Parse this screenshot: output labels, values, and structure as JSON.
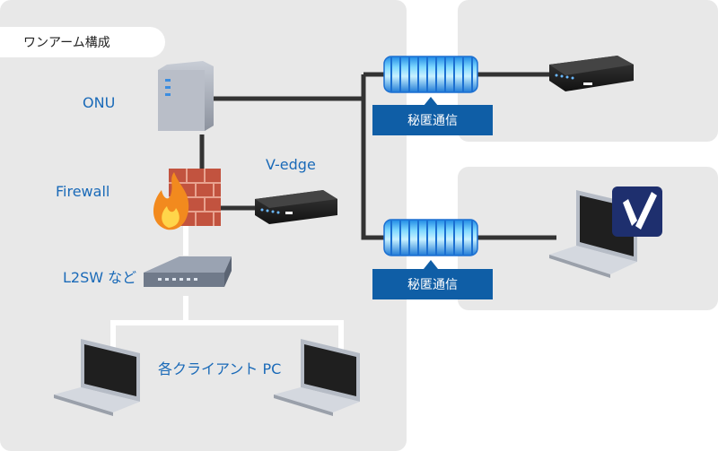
{
  "diagram": {
    "section_tag": "ワンアーム構成",
    "labels": {
      "onu": "ONU",
      "vedge": "V-edge",
      "firewall": "Firewall",
      "l2sw": "L2SW など",
      "clients": "各クライアント PC"
    },
    "tunnels": [
      {
        "badge": "秘匿通信"
      },
      {
        "badge": "秘匿通信"
      }
    ]
  },
  "colors": {
    "panel": "#e8e8e8",
    "wire": "#333333",
    "label_blue": "#1a6ab8",
    "badge_blue": "#0f5ea6",
    "tunnel_cyan": "#4fc7f2"
  },
  "icons": [
    "onu-icon",
    "firewall-icon",
    "router-icon",
    "switch-icon",
    "laptop-icon",
    "v-logo-icon"
  ]
}
